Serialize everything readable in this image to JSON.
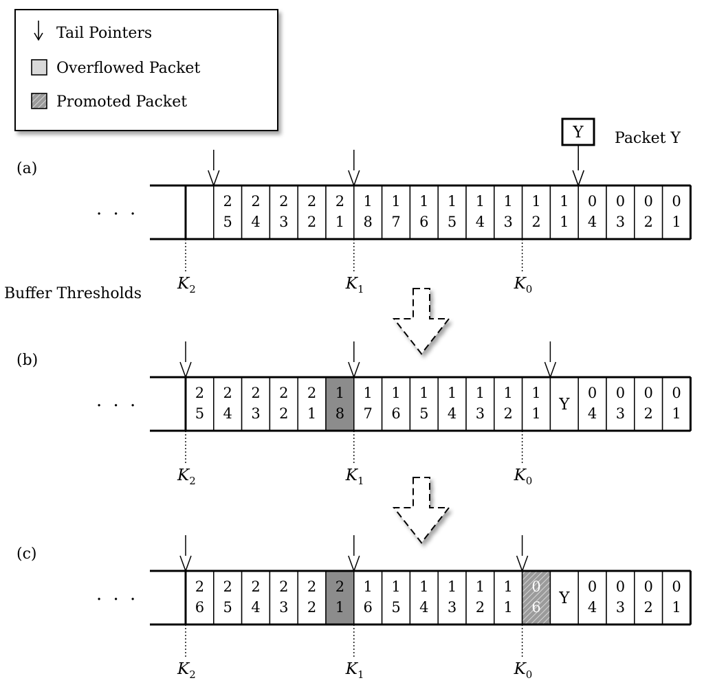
{
  "legend": {
    "items": [
      {
        "label": "Tail Pointers",
        "icon": "tail-pointer-arrow-icon"
      },
      {
        "label": "Overflowed Packet",
        "icon": "light-gray-box-icon",
        "color": "#d9d9d9"
      },
      {
        "label": "Promoted Packet",
        "icon": "hatched-gray-box-icon",
        "color": "#9b9b9b"
      }
    ]
  },
  "packet_y": {
    "box_label": "Y",
    "caption": "Packet Y"
  },
  "thresholds_label": "Buffer Thresholds",
  "threshold_names": [
    "K",
    "K",
    "K"
  ],
  "threshold_subs": [
    "2",
    "1",
    "0"
  ],
  "ellipsis": "· · ·",
  "stages": [
    {
      "label": "(a)",
      "cells": [
        {
          "top": "",
          "bottom": "",
          "style": "normal"
        },
        {
          "top": "2",
          "bottom": "5",
          "style": "normal"
        },
        {
          "top": "2",
          "bottom": "4",
          "style": "normal"
        },
        {
          "top": "2",
          "bottom": "3",
          "style": "normal"
        },
        {
          "top": "2",
          "bottom": "2",
          "style": "normal"
        },
        {
          "top": "2",
          "bottom": "1",
          "style": "normal"
        },
        {
          "top": "1",
          "bottom": "8",
          "style": "normal"
        },
        {
          "top": "1",
          "bottom": "7",
          "style": "normal"
        },
        {
          "top": "1",
          "bottom": "6",
          "style": "normal"
        },
        {
          "top": "1",
          "bottom": "5",
          "style": "normal"
        },
        {
          "top": "1",
          "bottom": "4",
          "style": "normal"
        },
        {
          "top": "1",
          "bottom": "3",
          "style": "normal"
        },
        {
          "top": "1",
          "bottom": "2",
          "style": "normal"
        },
        {
          "top": "1",
          "bottom": "1",
          "style": "normal"
        },
        {
          "top": "0",
          "bottom": "4",
          "style": "normal"
        },
        {
          "top": "0",
          "bottom": "3",
          "style": "normal"
        },
        {
          "top": "0",
          "bottom": "2",
          "style": "normal"
        },
        {
          "top": "0",
          "bottom": "1",
          "style": "normal"
        }
      ],
      "pointer_boundaries": [
        1,
        6,
        14
      ]
    },
    {
      "label": "(b)",
      "cells": [
        {
          "top": "2",
          "bottom": "5",
          "style": "normal"
        },
        {
          "top": "2",
          "bottom": "4",
          "style": "normal"
        },
        {
          "top": "2",
          "bottom": "3",
          "style": "normal"
        },
        {
          "top": "2",
          "bottom": "2",
          "style": "normal"
        },
        {
          "top": "2",
          "bottom": "1",
          "style": "normal"
        },
        {
          "top": "1",
          "bottom": "8",
          "style": "overflowed"
        },
        {
          "top": "1",
          "bottom": "7",
          "style": "normal"
        },
        {
          "top": "1",
          "bottom": "6",
          "style": "normal"
        },
        {
          "top": "1",
          "bottom": "5",
          "style": "normal"
        },
        {
          "top": "1",
          "bottom": "4",
          "style": "normal"
        },
        {
          "top": "1",
          "bottom": "3",
          "style": "normal"
        },
        {
          "top": "1",
          "bottom": "2",
          "style": "normal"
        },
        {
          "top": "1",
          "bottom": "1",
          "style": "normal"
        },
        {
          "single": "Y",
          "style": "normal"
        },
        {
          "top": "0",
          "bottom": "4",
          "style": "normal"
        },
        {
          "top": "0",
          "bottom": "3",
          "style": "normal"
        },
        {
          "top": "0",
          "bottom": "2",
          "style": "normal"
        },
        {
          "top": "0",
          "bottom": "1",
          "style": "normal"
        }
      ],
      "pointer_boundaries": [
        0,
        6,
        13
      ]
    },
    {
      "label": "(c)",
      "cells": [
        {
          "top": "2",
          "bottom": "6",
          "style": "normal"
        },
        {
          "top": "2",
          "bottom": "5",
          "style": "normal"
        },
        {
          "top": "2",
          "bottom": "4",
          "style": "normal"
        },
        {
          "top": "2",
          "bottom": "3",
          "style": "normal"
        },
        {
          "top": "2",
          "bottom": "2",
          "style": "normal"
        },
        {
          "top": "2",
          "bottom": "1",
          "style": "overflowed"
        },
        {
          "top": "1",
          "bottom": "6",
          "style": "normal"
        },
        {
          "top": "1",
          "bottom": "5",
          "style": "normal"
        },
        {
          "top": "1",
          "bottom": "4",
          "style": "normal"
        },
        {
          "top": "1",
          "bottom": "3",
          "style": "normal"
        },
        {
          "top": "1",
          "bottom": "2",
          "style": "normal"
        },
        {
          "top": "1",
          "bottom": "1",
          "style": "normal"
        },
        {
          "top": "0",
          "bottom": "6",
          "style": "promoted"
        },
        {
          "single": "Y",
          "style": "normal"
        },
        {
          "top": "0",
          "bottom": "4",
          "style": "normal"
        },
        {
          "top": "0",
          "bottom": "3",
          "style": "normal"
        },
        {
          "top": "0",
          "bottom": "2",
          "style": "normal"
        },
        {
          "top": "0",
          "bottom": "1",
          "style": "normal"
        }
      ],
      "pointer_boundaries": [
        0,
        6,
        12
      ]
    }
  ],
  "colors": {
    "overflowed": "#8c8c8c",
    "promoted": "#9b9b9b",
    "legend_overflowed": "#d9d9d9"
  }
}
